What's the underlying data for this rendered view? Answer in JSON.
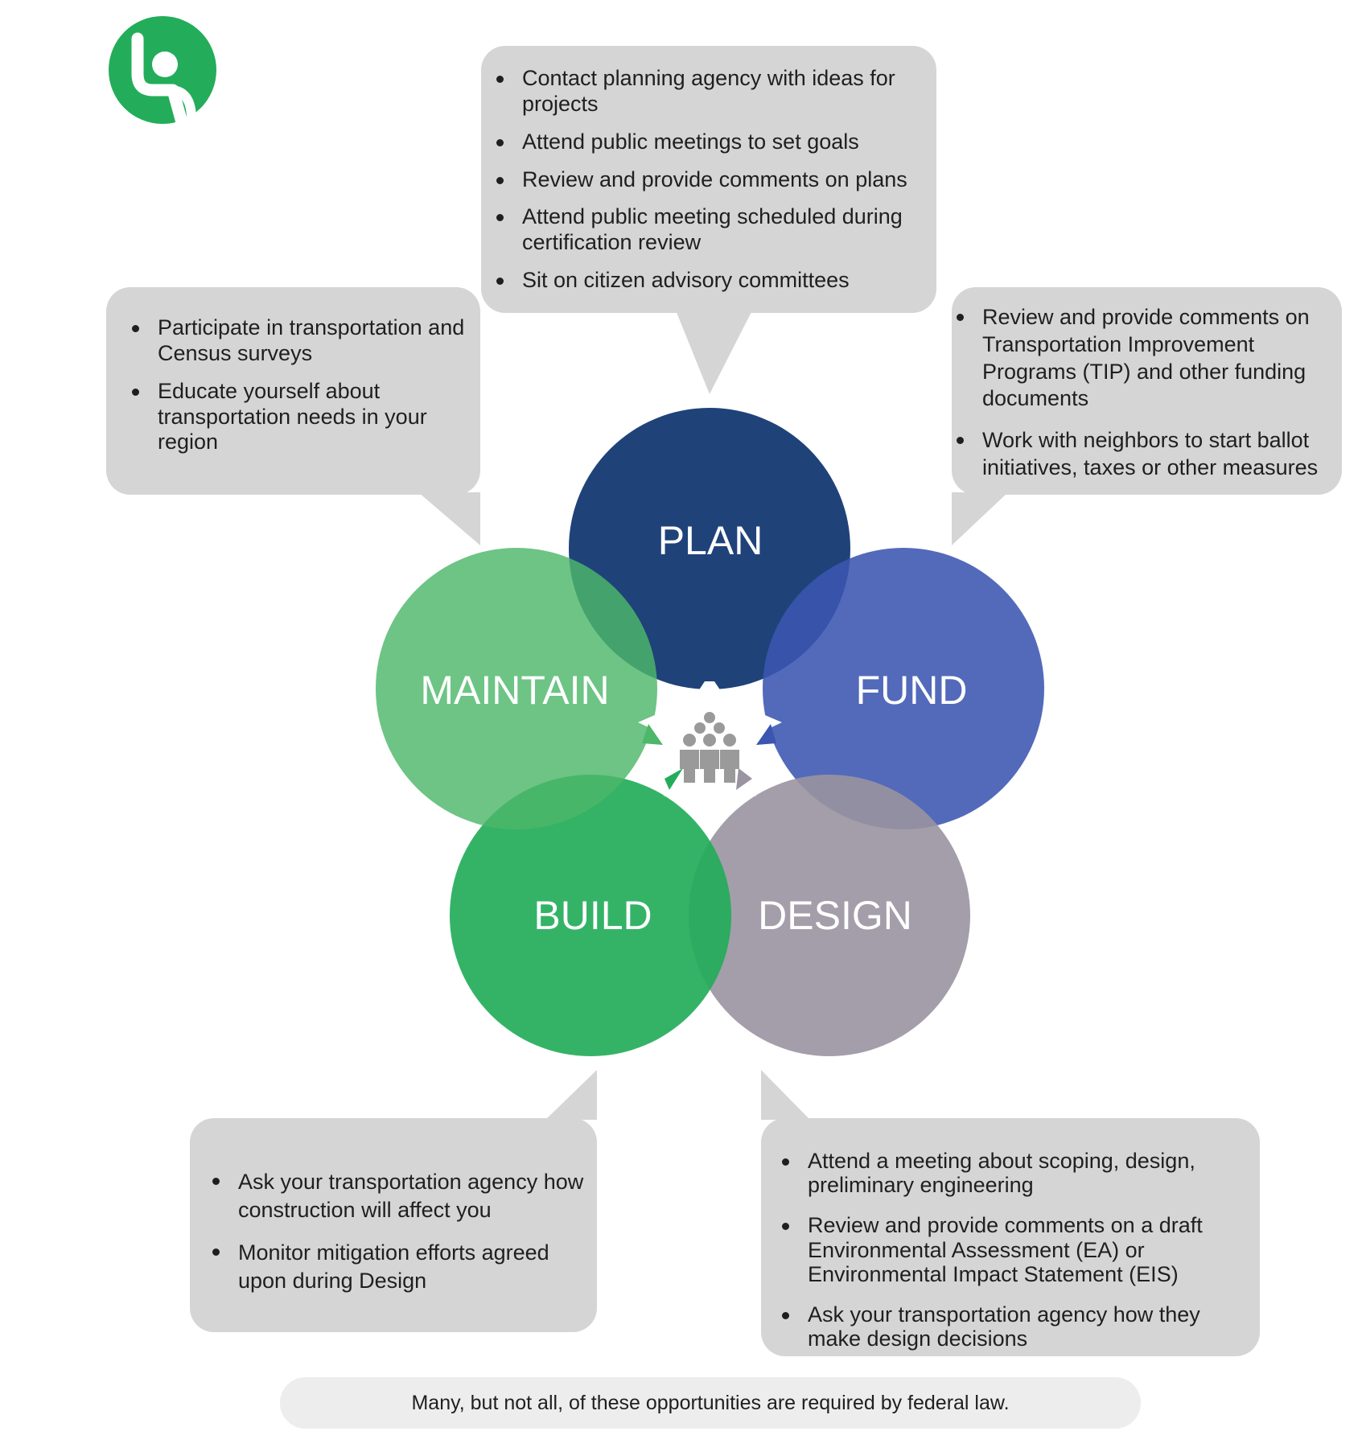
{
  "colors": {
    "bubble": "#d6d5d6",
    "plan": "#1f4279",
    "fund": "#4b63b4",
    "maintain": "#5dbb75",
    "build": "#23ad5a",
    "design": "#a29ca8",
    "logo": "#23ad5a",
    "people": "#9a9a9a"
  },
  "logo": {
    "icon": "raised-hand-person-icon"
  },
  "center": {
    "icon": "group-of-people-icon"
  },
  "stages": {
    "plan": {
      "label": "PLAN",
      "items": [
        "Contact planning agency with ideas for projects",
        "Attend public meetings to set goals",
        "Review and provide comments on plans",
        "Attend public meeting scheduled during certification review",
        "Sit on citizen advisory committees"
      ]
    },
    "maintain": {
      "label": "MAINTAIN",
      "items": [
        "Participate in transportation and Census surveys",
        "Educate yourself about transportation needs in your region"
      ]
    },
    "fund": {
      "label": "FUND",
      "items": [
        "Review and provide comments on Transportation Improvement Programs (TIP) and other funding documents",
        "Work with neighbors to start ballot initiatives, taxes or other measures"
      ]
    },
    "build": {
      "label": "BUILD",
      "items": [
        "Ask your transportation agency how construction will affect you",
        "Monitor mitigation efforts agreed upon during Design"
      ]
    },
    "design": {
      "label": "DESIGN",
      "items": [
        "Attend a meeting about scoping, design, preliminary engineering",
        "Review and provide comments on a draft Environmental Assessment (EA) or Environmental Impact Statement (EIS)",
        "Ask your transportation agency how they make design decisions"
      ]
    }
  },
  "footer": {
    "note": "Many, but not all, of these opportunities are required by federal law."
  }
}
